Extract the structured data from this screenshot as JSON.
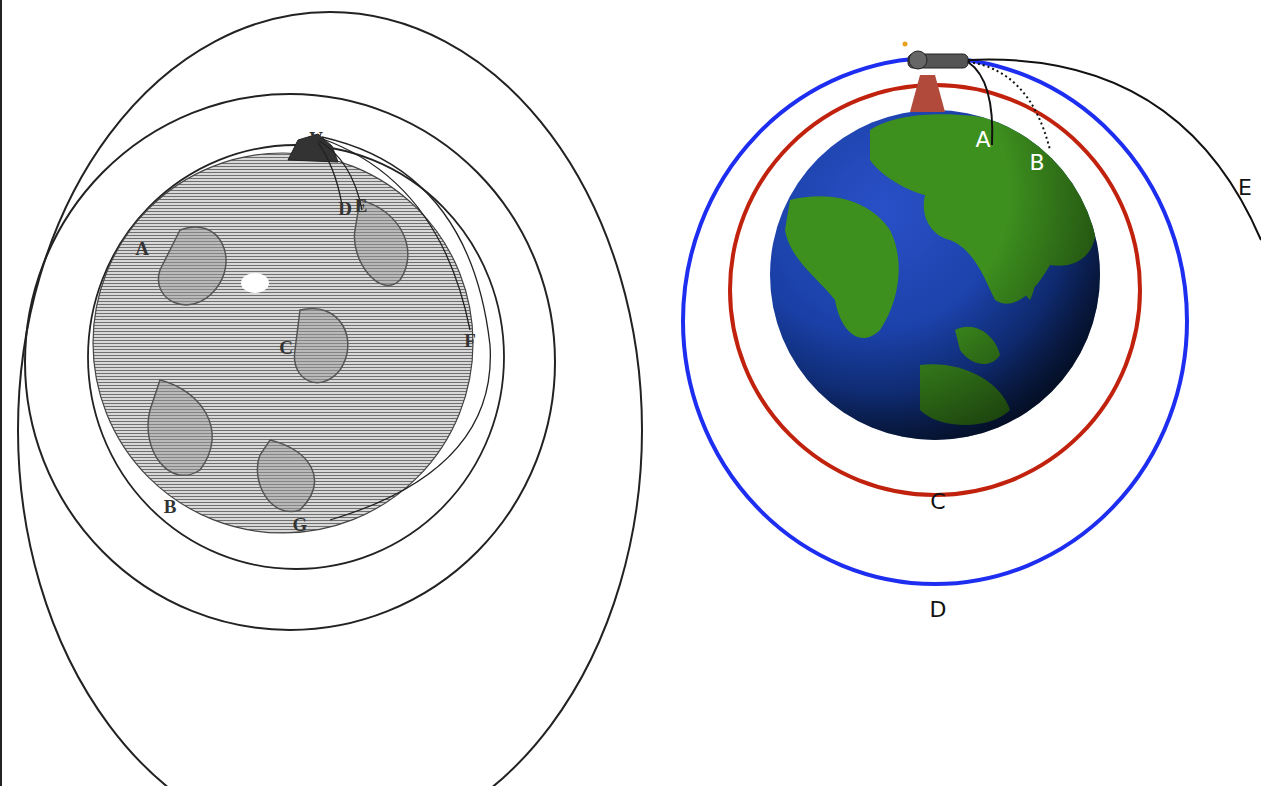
{
  "diagram": {
    "labels": [
      "V",
      "A",
      "D",
      "E",
      "F",
      "C",
      "B",
      "G",
      "A",
      "B",
      "C",
      "D",
      "E"
    ]
  }
}
